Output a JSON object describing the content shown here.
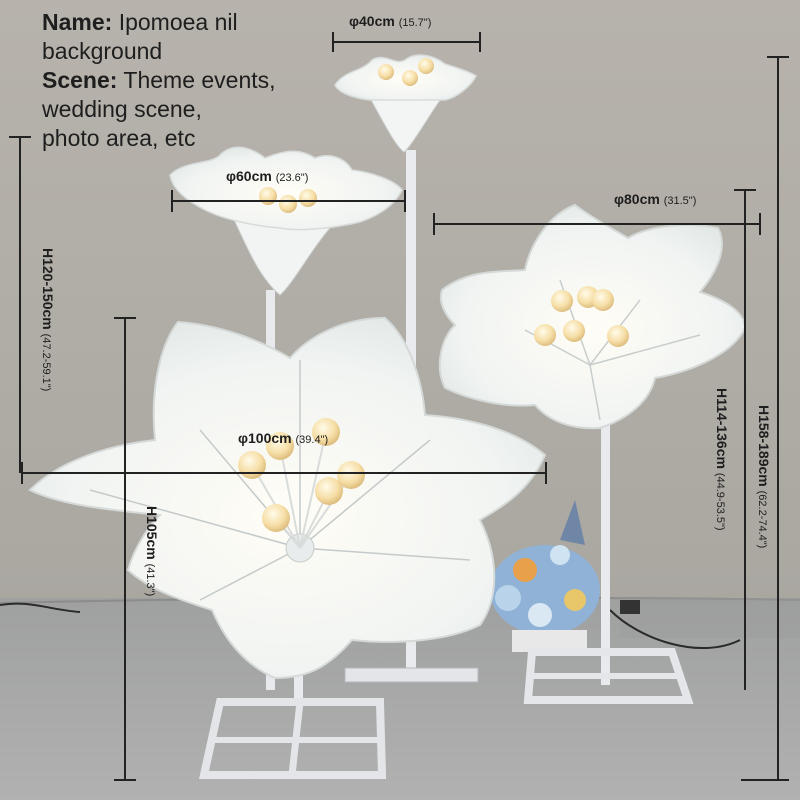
{
  "info": {
    "name_label": "Name:",
    "name_value": "Ipomoea nil",
    "name_value_line2": "background",
    "scene_label": "Scene:",
    "scene_line1": "Theme events,",
    "scene_line2": "wedding scene,",
    "scene_line3": "photo area, etc"
  },
  "dimensions": {
    "d40": {
      "main": "φ40cm",
      "sub": "(15.7\")"
    },
    "d60": {
      "main": "φ60cm",
      "sub": "(23.6\")"
    },
    "d80": {
      "main": "φ80cm",
      "sub": "(31.5\")"
    },
    "d100": {
      "main": "φ100cm",
      "sub": "(39.4\")"
    },
    "h120": {
      "main": "H120-150cm",
      "sub": "(47.2-59.1\")"
    },
    "h105": {
      "main": "H105cm",
      "sub": "(41.3\")"
    },
    "h114": {
      "main": "H114-136cm",
      "sub": "(44.9-53.5\")"
    },
    "h158": {
      "main": "H158-189cm",
      "sub": "(62.2-74.4\")"
    }
  },
  "colors": {
    "wall": "#b6b2ab",
    "floor": "#a6a6a6",
    "petal": "#f6f8f6",
    "bulb": "#f4d9a0",
    "stand": "#eceef0",
    "dimension_line": "#222222"
  }
}
